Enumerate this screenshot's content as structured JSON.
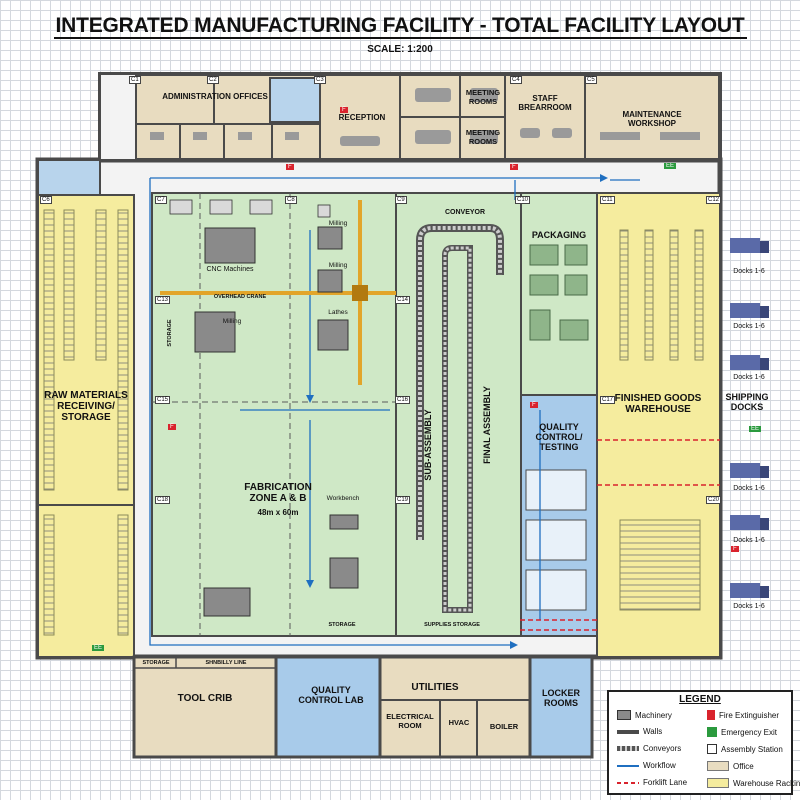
{
  "title": "INTEGRATED MANUFACTURING FACILITY - TOTAL FACILITY LAYOUT",
  "scale": "SCALE: 1:200",
  "colors": {
    "office": "#e8dcc0",
    "raw": "#f5ec9e",
    "fabrication": "#cfe8c6",
    "quality": "#a8cbea",
    "warehouse": "#f5ec9e",
    "walls": "#4a4a4a",
    "workflow": "#1f6fc0",
    "forklift": "#d9232d",
    "crane": "#e2a52a"
  },
  "rooms": {
    "admin": "ADMINISTRATION OFFICES",
    "reception": "RECEPTION",
    "meeting1": "MEETING ROOMS",
    "meeting2": "MEETING ROOMS",
    "staff": "STAFF BREARROOM",
    "maintenance": "MAINTENANCE WORKSHOP",
    "raw_materials": "RAW MATERIALS RECEIVING/ STORAGE",
    "fabrication": "FABRICATION ZONE A & B",
    "fabrication_dims": "48m x 60m",
    "conveyor": "CONVEYOR",
    "sub_assembly": "SUB-ASSEMBLY",
    "final_assembly": "FINAL ASSEMBLY",
    "packaging": "PACKAGING",
    "quality_control": "QUALITY CONTROL/ TESTING",
    "finished_goods": "FINISHED GOODS WAREHOUSE",
    "shipping_docks": "SHIPPING DOCKS",
    "tool_crib": "TOOL CRIB",
    "qc_lab": "QUALITY CONTROL LAB",
    "utilities": "UTILITIES",
    "electrical": "ELECTRICAL ROOM",
    "hvac": "HVAC",
    "boiler": "BOILER",
    "locker": "LOCKER ROOMS",
    "storage": "STORAGE",
    "storage2": "STORAGE",
    "shelving": "SHNBILLY LINE",
    "storage_bottom": "STORAGE",
    "supplies": "SUPPLIES STORAGE"
  },
  "machines": {
    "cnc": "CNC Machines",
    "milling_top": "Milling",
    "milling_mid": "Milling",
    "milling_left": "Milling",
    "lathes": "Lathes",
    "workbench": "Workbench",
    "overhead_crane": "OVERHEAD CRANE"
  },
  "docks": [
    "Docks 1-6",
    "Docks 1-6",
    "Docks 1-6",
    "Docks 1-6",
    "Docks 1-6",
    "Docks 1-6"
  ],
  "columns": [
    "C1",
    "C2",
    "C3",
    "C4",
    "C5",
    "C6",
    "C7",
    "C8",
    "C9",
    "C10",
    "C11",
    "C12",
    "C13",
    "C14",
    "C15",
    "C16",
    "C17",
    "C18",
    "C19",
    "C20"
  ],
  "legend": {
    "title": "LEGEND",
    "items": [
      {
        "label": "Machinery",
        "icon": "machinery-icon"
      },
      {
        "label": "Fire Extinguisher",
        "icon": "fire-extinguisher-icon"
      },
      {
        "label": "Walls",
        "icon": "walls-icon"
      },
      {
        "label": "Emergency Exit",
        "icon": "emergency-exit-icon"
      },
      {
        "label": "Conveyors",
        "icon": "conveyor-icon"
      },
      {
        "label": "Assembly Station",
        "icon": "assembly-station-icon"
      },
      {
        "label": "Workflow",
        "icon": "workflow-arrow-icon"
      },
      {
        "label": "Office",
        "icon": "office-swatch"
      },
      {
        "label": "Forklift Lane",
        "icon": "forklift-lane-icon"
      },
      {
        "label": "Warehouse Racking",
        "icon": "warehouse-racking-icon"
      }
    ]
  },
  "exit_label": "EE",
  "fire_label": "F"
}
